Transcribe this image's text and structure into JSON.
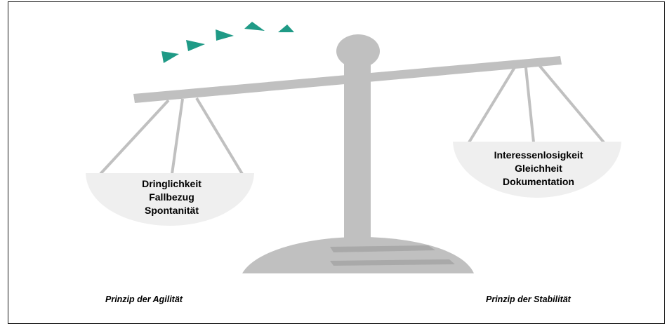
{
  "left_pan": {
    "items": [
      "Dringlichkeit",
      "Fallbezug",
      "Spontanität"
    ]
  },
  "right_pan": {
    "items": [
      "Interessenlosigkeit",
      "Gleichheit",
      "Dokumentation"
    ]
  },
  "left_principle": "Prinzip der Agilität",
  "right_principle": "Prinzip der Stabilität",
  "colors": {
    "scale_gray": "#c0c0c0",
    "pan_fill": "#efefef",
    "arrow_teal": "#1f9a86",
    "frame": "#1a1a1a"
  },
  "icons": [
    "scale-icon",
    "rotation-arrow-icon"
  ]
}
